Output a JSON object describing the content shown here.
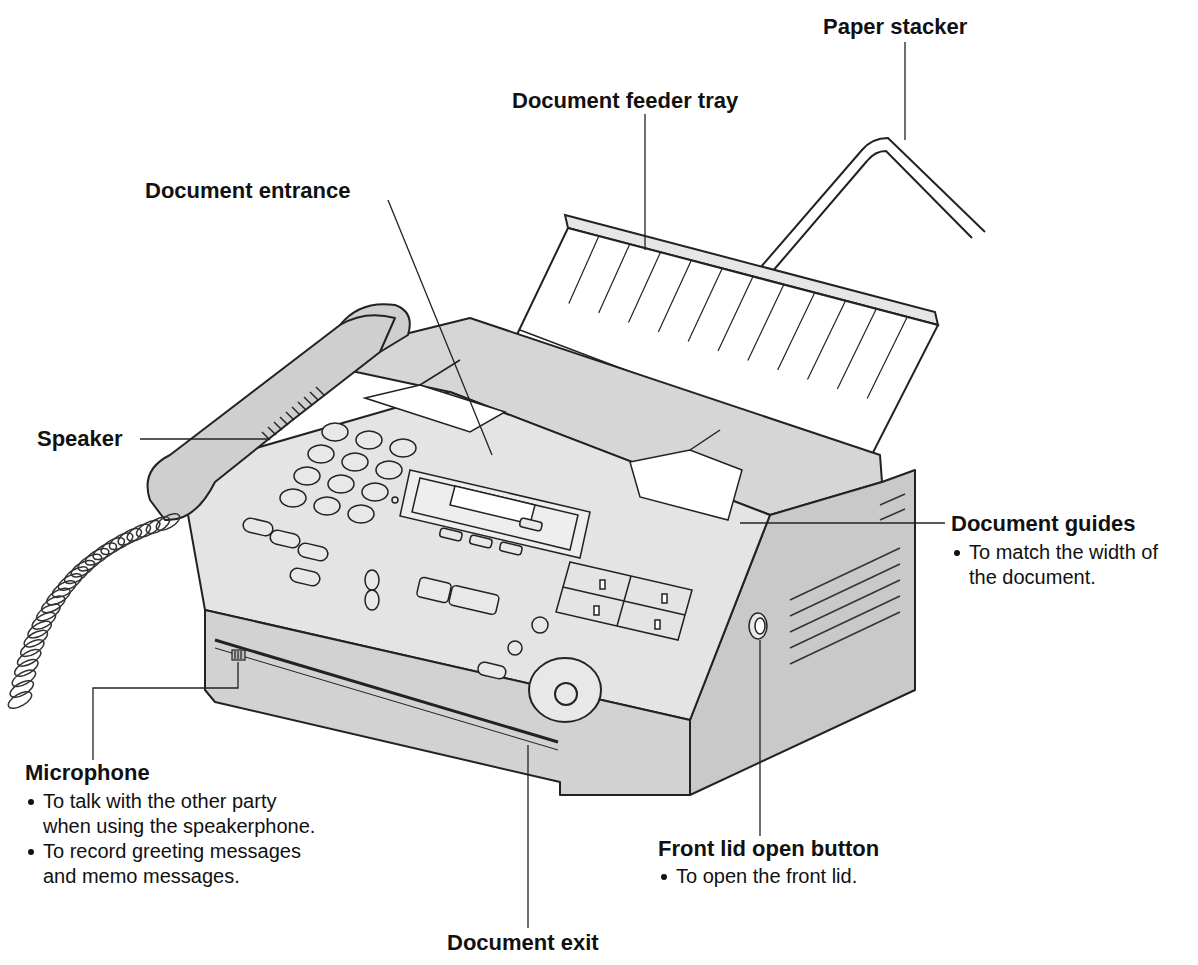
{
  "diagram": {
    "labels": [
      "Paper stacker",
      "Document feeder tray",
      "Document entrance",
      "Speaker",
      "Document guides",
      "To match the width of the document.",
      "Microphone",
      "To talk with the other party when using the speakerphone.",
      "To record greeting messages and memo messages.",
      "Front lid open button",
      "To open the front lid.",
      "Document exit"
    ]
  }
}
